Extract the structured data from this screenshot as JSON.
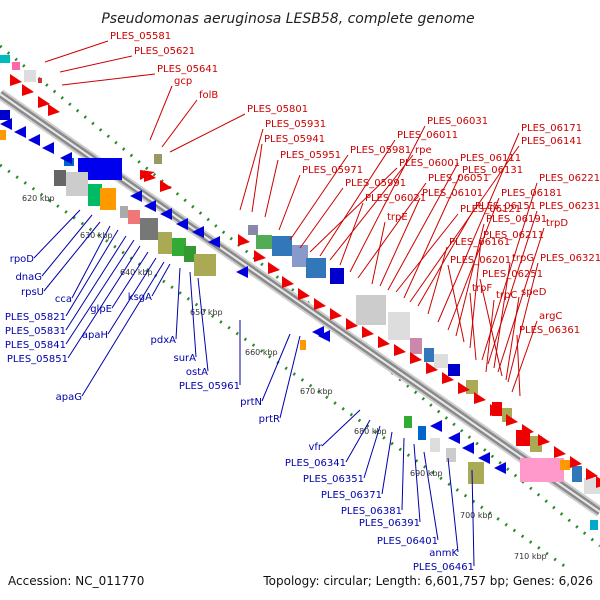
{
  "title": "Pseudomonas aeruginosa LESB58, complete genome",
  "footer": {
    "accession": "Accession: NC_011770",
    "summary": "Topology: circular; Length: 6,601,757 bp; Genes: 6,026"
  },
  "colors": {
    "forward_label": "#cc0000",
    "reverse_label": "#0000aa",
    "backbone": "#9a9a9a",
    "dotted_track": "#2a8a2a"
  },
  "ticks": [
    "620 kbp",
    "630 kbp",
    "640 kbp",
    "650 kbp",
    "660 kbp",
    "670 kbp",
    "680 kbp",
    "690 kbp",
    "700 kbp",
    "710 kbp"
  ],
  "forward_labels": [
    "PLES_05581",
    "PLES_05621",
    "PLES_05641",
    "gcp",
    "folB",
    "PLES_05801",
    "PLES_05931",
    "PLES_05941",
    "PLES_05951",
    "PLES_05971",
    "PLES_05981",
    "PLES_05991",
    "PLES_06001",
    "PLES_06011",
    "rpe",
    "PLES_06021",
    "PLES_06031",
    "PLES_06051",
    "trpE",
    "PLES_06101",
    "PLES_06111",
    "PLES_06121",
    "PLES_06131",
    "PLES_06141",
    "PLES_06151",
    "PLES_06161",
    "PLES_06171",
    "PLES_06181",
    "PLES_06191",
    "PLES_06201",
    "PLES_06211",
    "PLES_06221",
    "PLES_06231",
    "trpD",
    "PLES_06251",
    "PLES_06321",
    "trpG",
    "trpC",
    "speD",
    "argC",
    "PLES_06361",
    "trpF"
  ],
  "reverse_labels": [
    "rpoD",
    "dnaG",
    "rpsU",
    "cca",
    "PLES_05821",
    "PLES_05831",
    "PLES_05841",
    "PLES_05851",
    "glpE",
    "apaH",
    "apaG",
    "ksgA",
    "pdxA",
    "surA",
    "ostA",
    "PLES_05961",
    "prtN",
    "prtR",
    "vfr",
    "PLES_06341",
    "PLES_06351",
    "PLES_06371",
    "PLES_06381",
    "PLES_06391",
    "PLES_06401",
    "anmK",
    "PLES_06461"
  ]
}
